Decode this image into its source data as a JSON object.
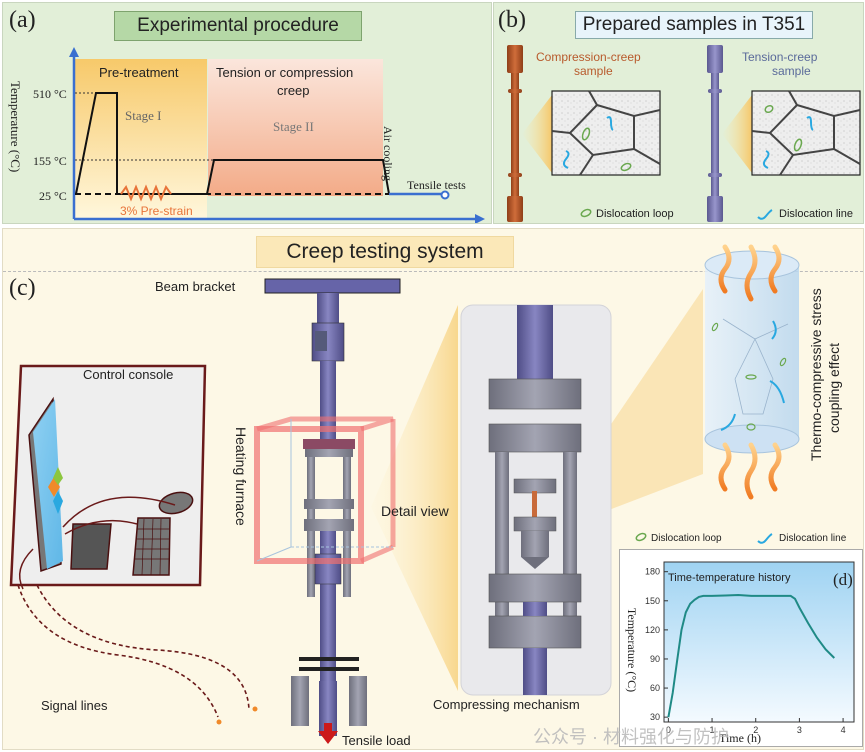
{
  "panel_a": {
    "label": "(a)",
    "title": "Experimental procedure",
    "y_axis_label": "Temperature (°C)",
    "temps": [
      "510 °C",
      "155 °C",
      "25 °C"
    ],
    "pretreatment": "Pre-treatment",
    "creep": "Tension or compression creep",
    "creep_line1": "Tension or compression",
    "creep_line2": "creep",
    "stage1": "Stage I",
    "stage2": "Stage II",
    "air_cooling": "Air cooling",
    "tensile_tests": "Tensile tests",
    "prestrain": "3% Pre-strain"
  },
  "panel_b": {
    "label": "(b)",
    "title": "Prepared samples in T351",
    "compression_line1": "Compression-creep",
    "compression_line2": "sample",
    "tension_line1": "Tension-creep",
    "tension_line2": "sample",
    "legend_loop": "Dislocation loop",
    "legend_line": "Dislocation line",
    "colors": {
      "compression": "#b85a2c",
      "tension": "#7a78b0",
      "loop": "#6aa84f",
      "line": "#29a8e0"
    }
  },
  "panel_c": {
    "label": "(c)",
    "title": "Creep testing system",
    "beam_bracket": "Beam bracket",
    "control_console": "Control console",
    "heating_furnace": "Heating furnace",
    "detail_view": "Detail view",
    "signal_lines": "Signal lines",
    "tensile_load": "Tensile load",
    "compressing_mechanism": "Compressing mechanism",
    "coupling_line1": "Thermo-compressive stress",
    "coupling_line2": "coupling effect",
    "legend_loop": "Dislocation loop",
    "legend_line": "Dislocation line"
  },
  "watermark": "公众号 · 材料强化与防护",
  "chart_data": {
    "type": "line",
    "panel_label": "(d)",
    "title": "Time-temperature history",
    "xlabel": "Time (h)",
    "ylabel": "Temperature (°C)",
    "xlim": [
      -0.1,
      4.25
    ],
    "ylim": [
      25,
      190
    ],
    "xticks": [
      0,
      1,
      2,
      3,
      4
    ],
    "yticks": [
      30,
      60,
      90,
      120,
      150,
      180
    ],
    "grid": false,
    "series": [
      {
        "name": "Temperature",
        "x": [
          0,
          0.1,
          0.2,
          0.3,
          0.4,
          0.5,
          0.6,
          0.7,
          0.8,
          1.0,
          1.3,
          1.6,
          1.9,
          2.2,
          2.5,
          2.8,
          2.9,
          3.0,
          3.2,
          3.4,
          3.6,
          3.8
        ],
        "y": [
          30,
          55,
          88,
          120,
          138,
          147,
          151,
          154,
          155,
          155,
          155.5,
          156,
          155,
          155,
          155,
          155,
          152,
          143,
          127,
          112,
          100,
          91
        ]
      }
    ]
  }
}
